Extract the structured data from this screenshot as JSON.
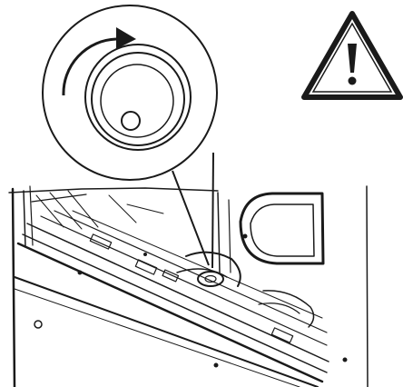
{
  "figure": {
    "type": "line-drawing",
    "subject": "appliance-interior",
    "stroke_color": "#1a1a1a",
    "background_color": "#ffffff",
    "warning_fill": "#ffffff",
    "callout": {
      "shows": "knob",
      "rotation": "clockwise"
    },
    "icons": {
      "warning": "warning-triangle-icon",
      "rotation": "clockwise-arrow-icon"
    }
  }
}
